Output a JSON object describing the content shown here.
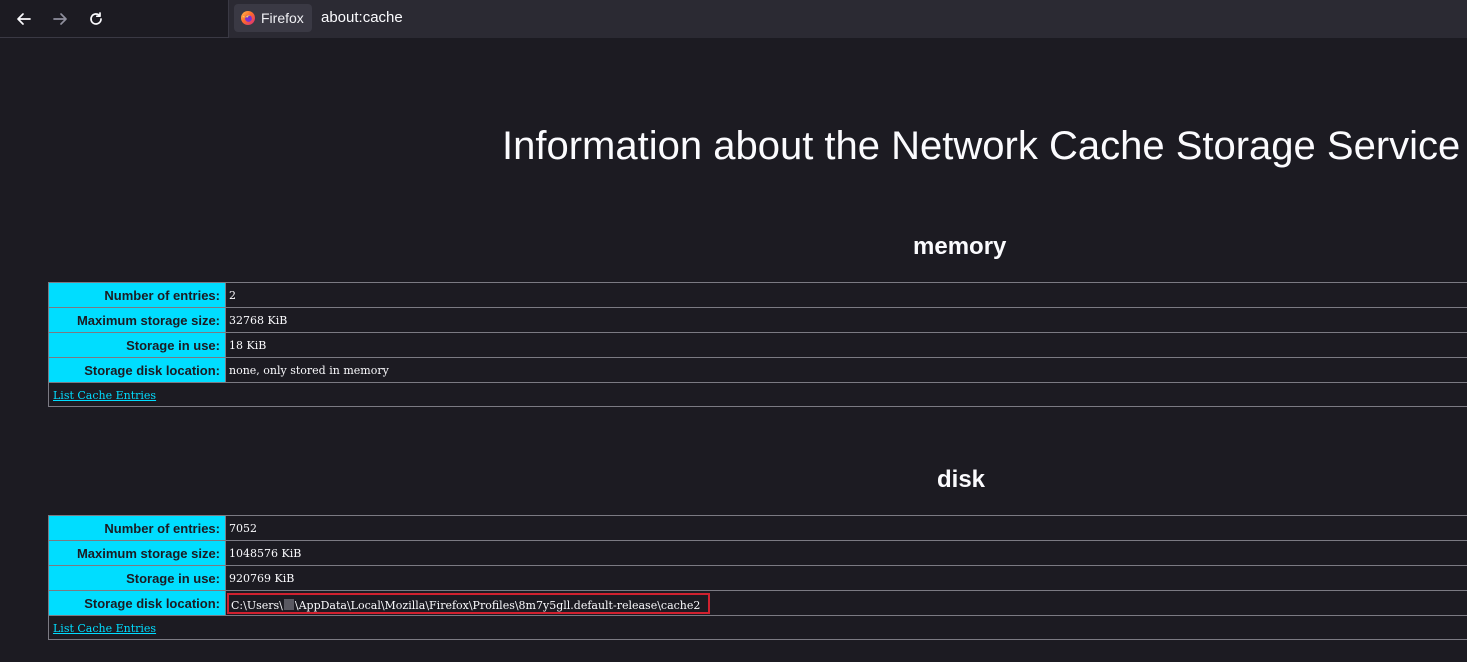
{
  "browser": {
    "identity_label": "Firefox",
    "url": "about:cache",
    "icons": [
      "back-arrow-icon",
      "forward-arrow-icon",
      "reload-icon",
      "firefox-logo"
    ]
  },
  "page": {
    "title": "Information about the Network Cache Storage Service"
  },
  "memory": {
    "heading": "memory",
    "rows": [
      {
        "label": "Number of entries:",
        "value": "2"
      },
      {
        "label": "Maximum storage size:",
        "value": "32768 KiB"
      },
      {
        "label": "Storage in use:",
        "value": "18 KiB"
      },
      {
        "label": "Storage disk location:",
        "value": "none, only stored in memory"
      }
    ],
    "link": "List Cache Entries"
  },
  "disk": {
    "heading": "disk",
    "rows": [
      {
        "label": "Number of entries:",
        "value": "7052"
      },
      {
        "label": "Maximum storage size:",
        "value": "1048576 KiB"
      },
      {
        "label": "Storage in use:",
        "value": "920769 KiB"
      },
      {
        "label": "Storage disk location:",
        "value_prefix": "C:\\Users\\",
        "value_suffix": "\\AppData\\Local\\Mozilla\\Firefox\\Profiles\\8m7y5gll.default-release\\cache2"
      }
    ],
    "link": "List Cache Entries"
  },
  "colors": {
    "background": "#1c1b22",
    "label_cell": "#00ddff",
    "link": "#00ddff",
    "highlight_border": "#d0212f",
    "text": "#fbfbfe"
  }
}
